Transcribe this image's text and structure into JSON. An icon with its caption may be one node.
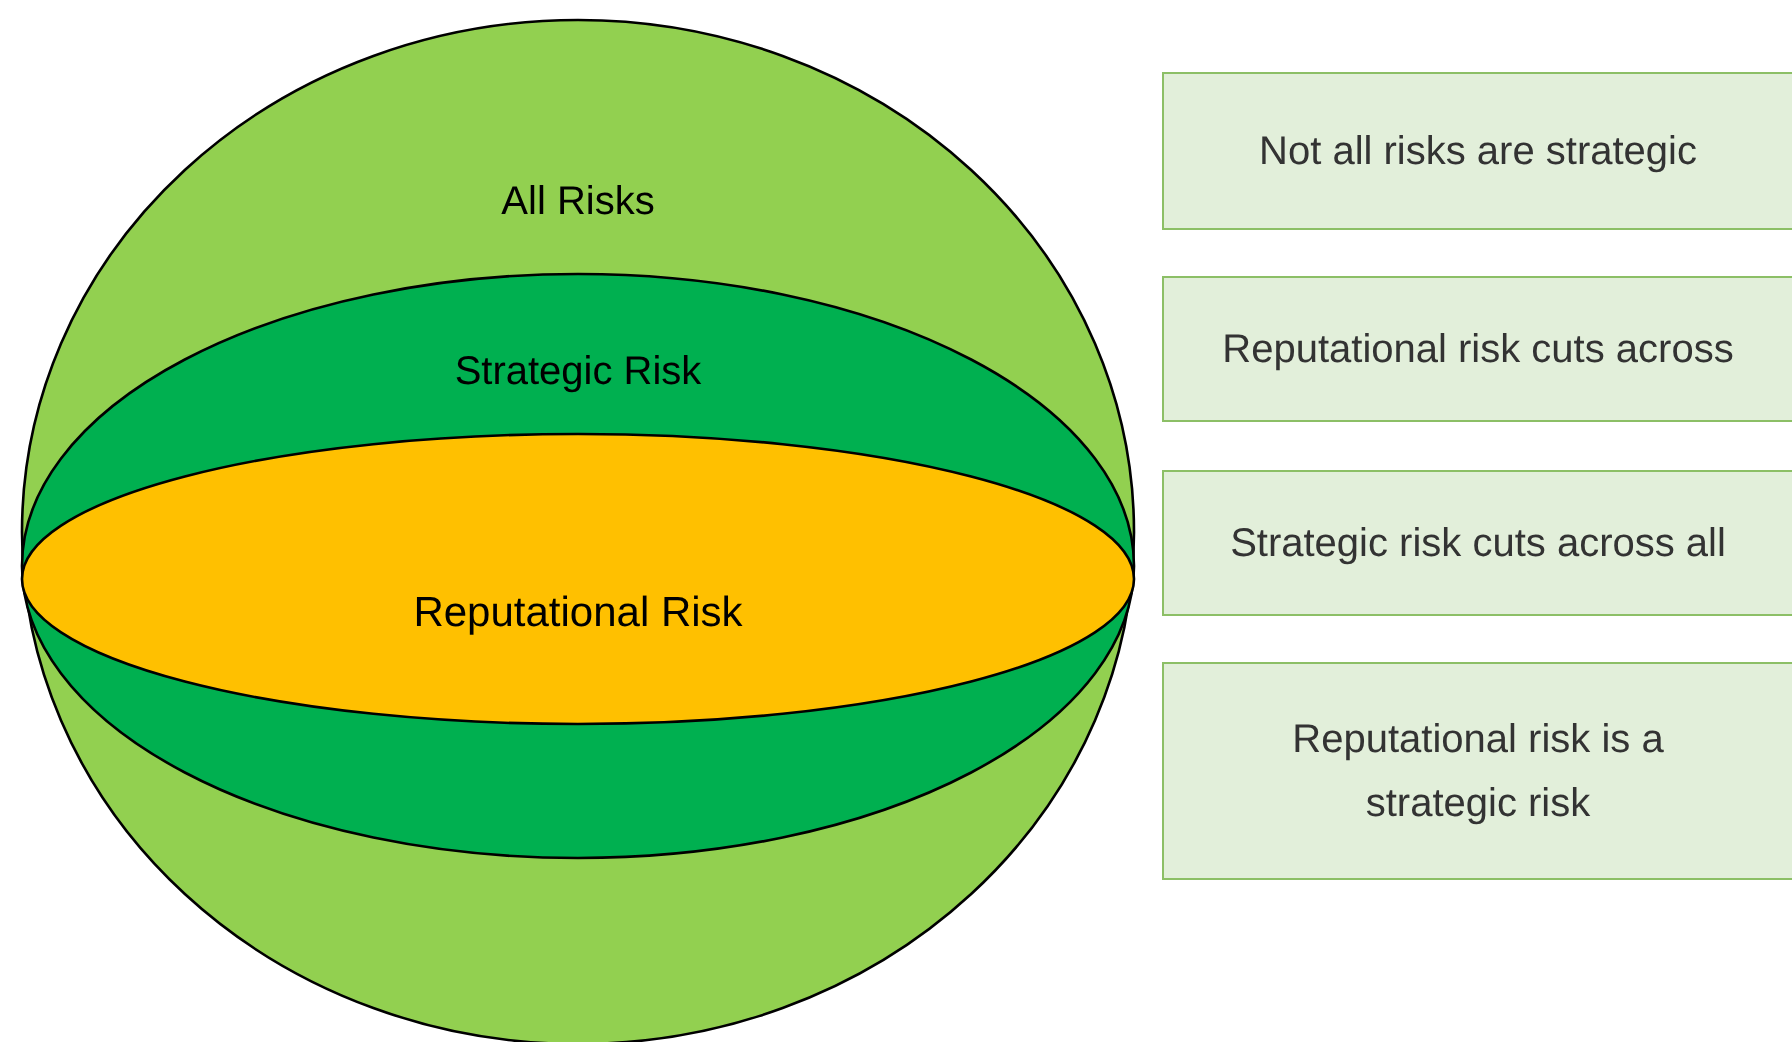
{
  "diagram": {
    "nodes": [
      {
        "text": [
          "All Risks"
        ]
      },
      {
        "text": [
          "Strategic Risk"
        ],
        "in": 0
      },
      {
        "text": [
          "Reputational Risk"
        ],
        "in": 1
      },
      {
        "text": [
          "Not all risks are strategic"
        ]
      },
      {
        "text": [
          "Reputational risk cuts across"
        ]
      },
      {
        "text": [
          "Strategic risk cuts across all"
        ]
      },
      {
        "text": [
          "Reputational risk is a strategic risk"
        ]
      }
    ]
  }
}
